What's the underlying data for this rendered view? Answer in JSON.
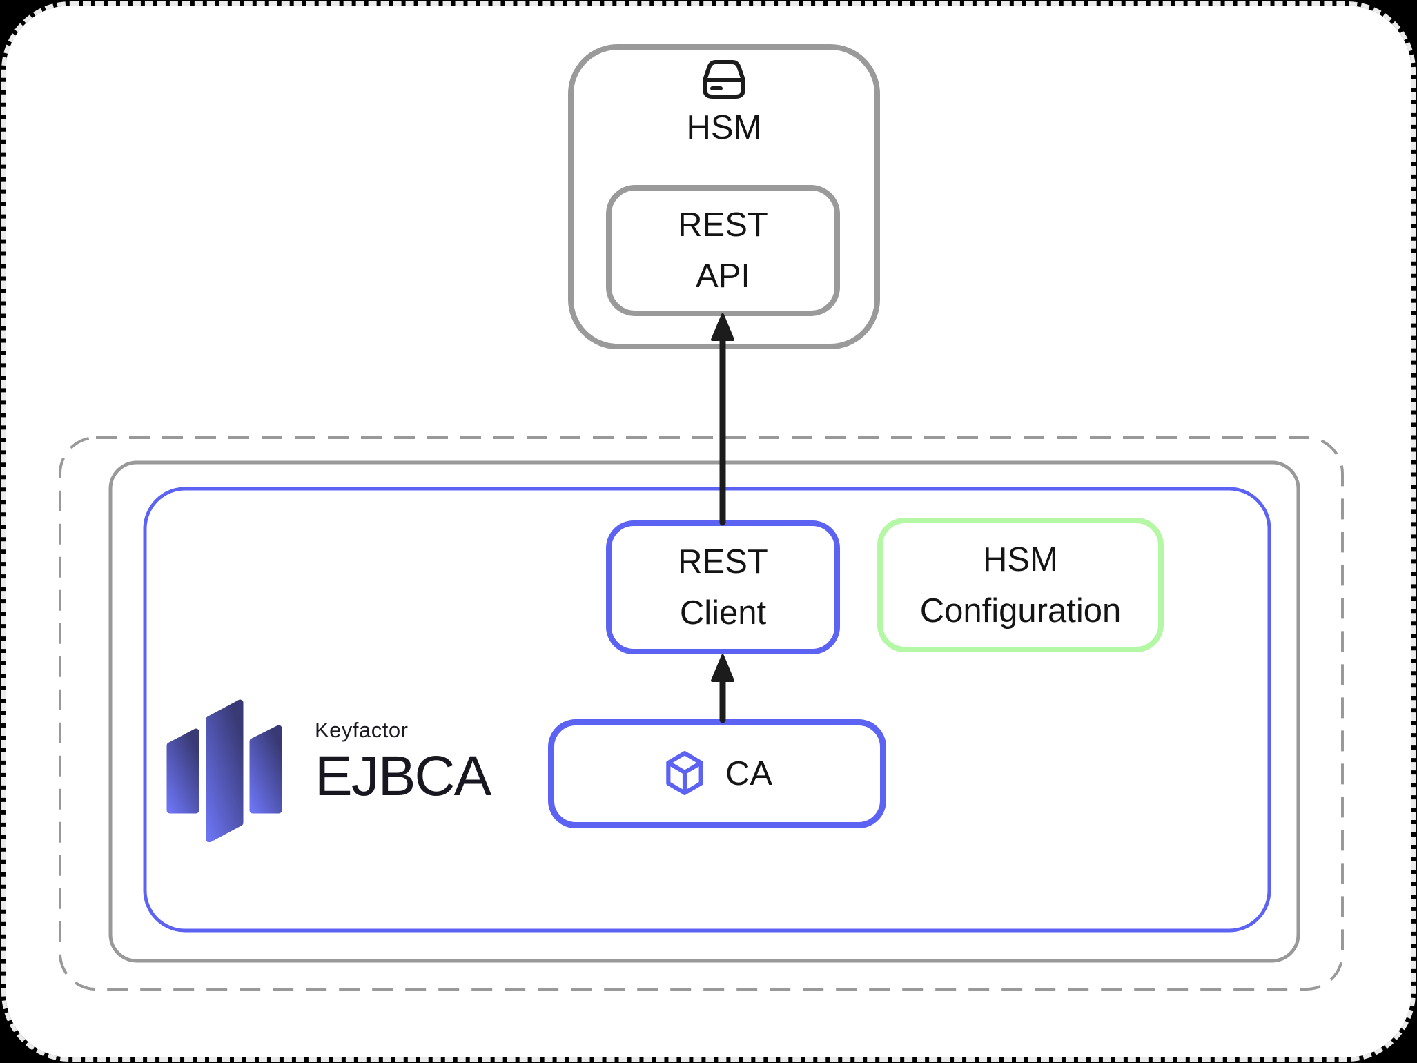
{
  "diagram": {
    "title_none_visible": "",
    "nodes": {
      "hsm": {
        "label": "HSM"
      },
      "rest_api": {
        "label": "REST\nAPI"
      },
      "rest_client": {
        "label": "REST\nClient"
      },
      "hsm_configuration": {
        "label": "HSM\nConfiguration"
      },
      "ca": {
        "label": "CA"
      }
    },
    "connections": [
      {
        "from": "ca",
        "to": "rest_client",
        "style": "solid-black-arrow"
      },
      {
        "from": "rest_client",
        "to": "rest_api",
        "style": "solid-black-arrow"
      }
    ],
    "containers": [
      {
        "name": "deployment-boundary",
        "style": "dashed-gray"
      },
      {
        "name": "host-container",
        "style": "solid-gray"
      },
      {
        "name": "ejbca-container",
        "style": "solid-blue"
      }
    ]
  },
  "logo": {
    "brand": "Keyfactor",
    "product": "EJBCA"
  },
  "icons": {
    "hsm_icon": "external-drive-icon",
    "ca_icon": "cube-icon",
    "logo_icon": "keyfactor-bars-mark"
  },
  "colors": {
    "canvas_bg": "#000000",
    "card_bg": "#ffffff",
    "card_rim_dash": "#ebebeb",
    "container_gray": "#999999",
    "node_gray": "#9a9a9a",
    "accent_blue": "#5c63f2",
    "accent_green": "#b4f7a5",
    "arrow_black": "#1c1c1c",
    "text_black": "#141414",
    "logo_gradient_light": "#6c74f2",
    "logo_gradient_dark": "#393a75"
  }
}
